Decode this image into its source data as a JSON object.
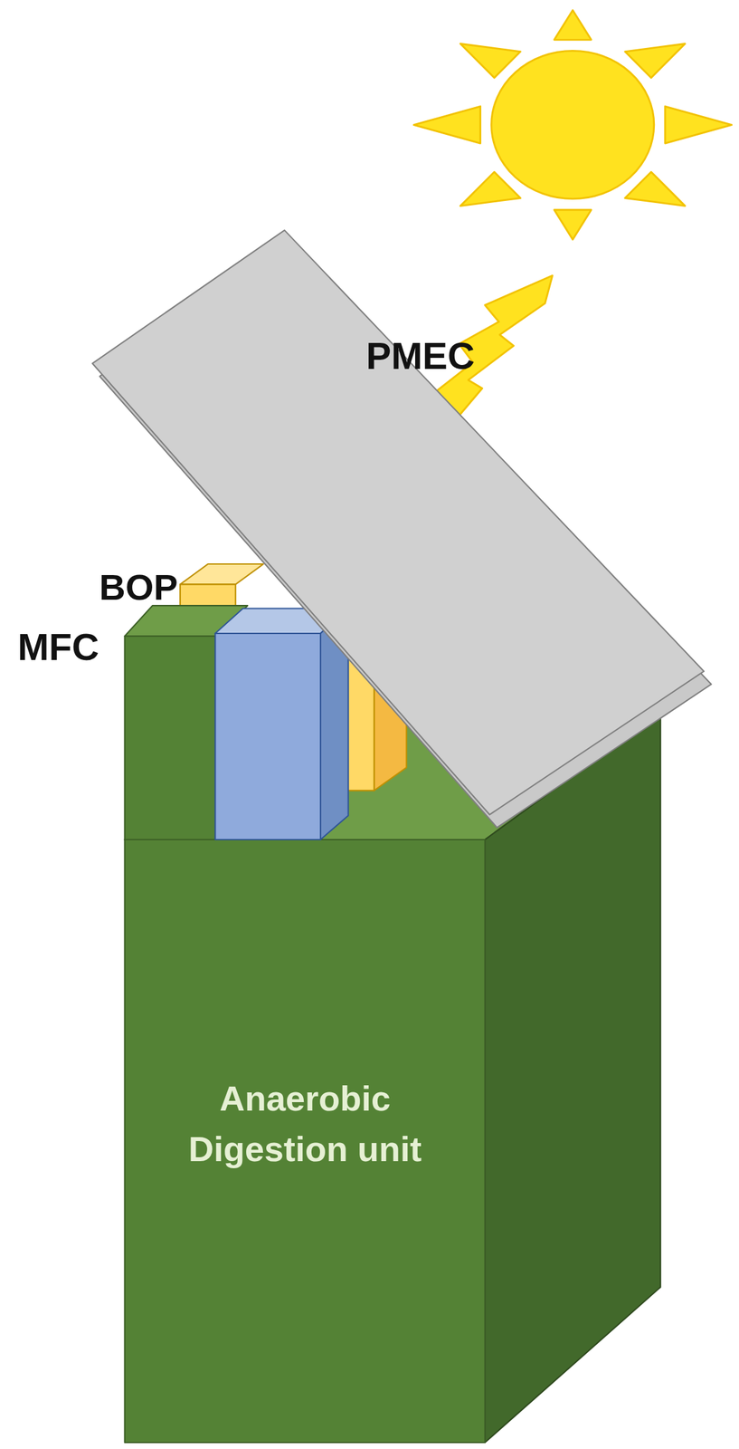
{
  "diagram": {
    "nodes": [
      {
        "text": [
          "PMEC"
        ]
      },
      {
        "text": [
          "BOP"
        ]
      },
      {
        "text": [
          "MFC"
        ]
      },
      {
        "text": [
          "Anaerobic Digestion unit"
        ]
      }
    ]
  }
}
